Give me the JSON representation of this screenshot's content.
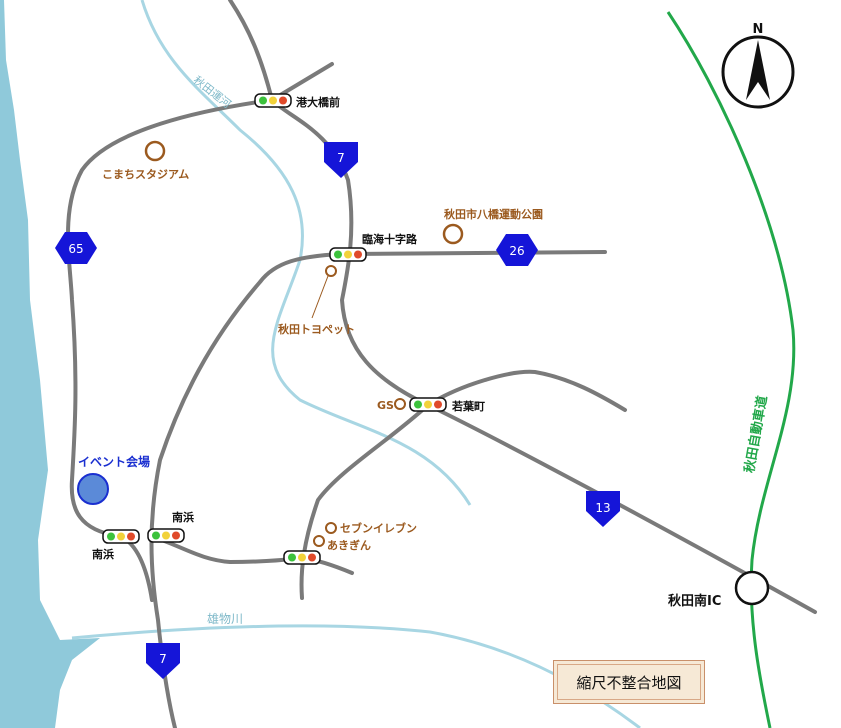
{
  "colors": {
    "sea": "#8fc9da",
    "river": "#a8d6e3",
    "road": "#7a7a7a",
    "expressway": "#22a84a",
    "route_shield": "#1515d8",
    "landmark": "#9b5a1f",
    "venue": "#1a2fd0",
    "venue_fill": "#5b8ad8"
  },
  "compass": {
    "label": "N",
    "icon": "north-arrow-icon"
  },
  "waterways": {
    "canal": "秋田運河",
    "river": "雄物川"
  },
  "expressway": {
    "name": "秋田自動車道",
    "interchange": "秋田南IC"
  },
  "routes": {
    "r7_north": "7",
    "r7_south": "7",
    "r13": "13",
    "r26": "26",
    "r65": "65"
  },
  "intersections": {
    "minato_ohashi_mae": "港大橋前",
    "rinkai_jujiro": "臨海十字路",
    "wakaba_cho": "若葉町",
    "minamihama_west": "南浜",
    "minamihama_east": "南浜"
  },
  "landmarks": {
    "stadium": "こまちスタジアム",
    "park": "秋田市八橋運動公園",
    "toyopet": "秋田トヨペット",
    "gs": "GS",
    "seven_eleven": "セブンイレブン",
    "akigin": "あきぎん"
  },
  "venue": {
    "label": "イベント会場"
  },
  "note": {
    "label": "縮尺不整合地図"
  }
}
